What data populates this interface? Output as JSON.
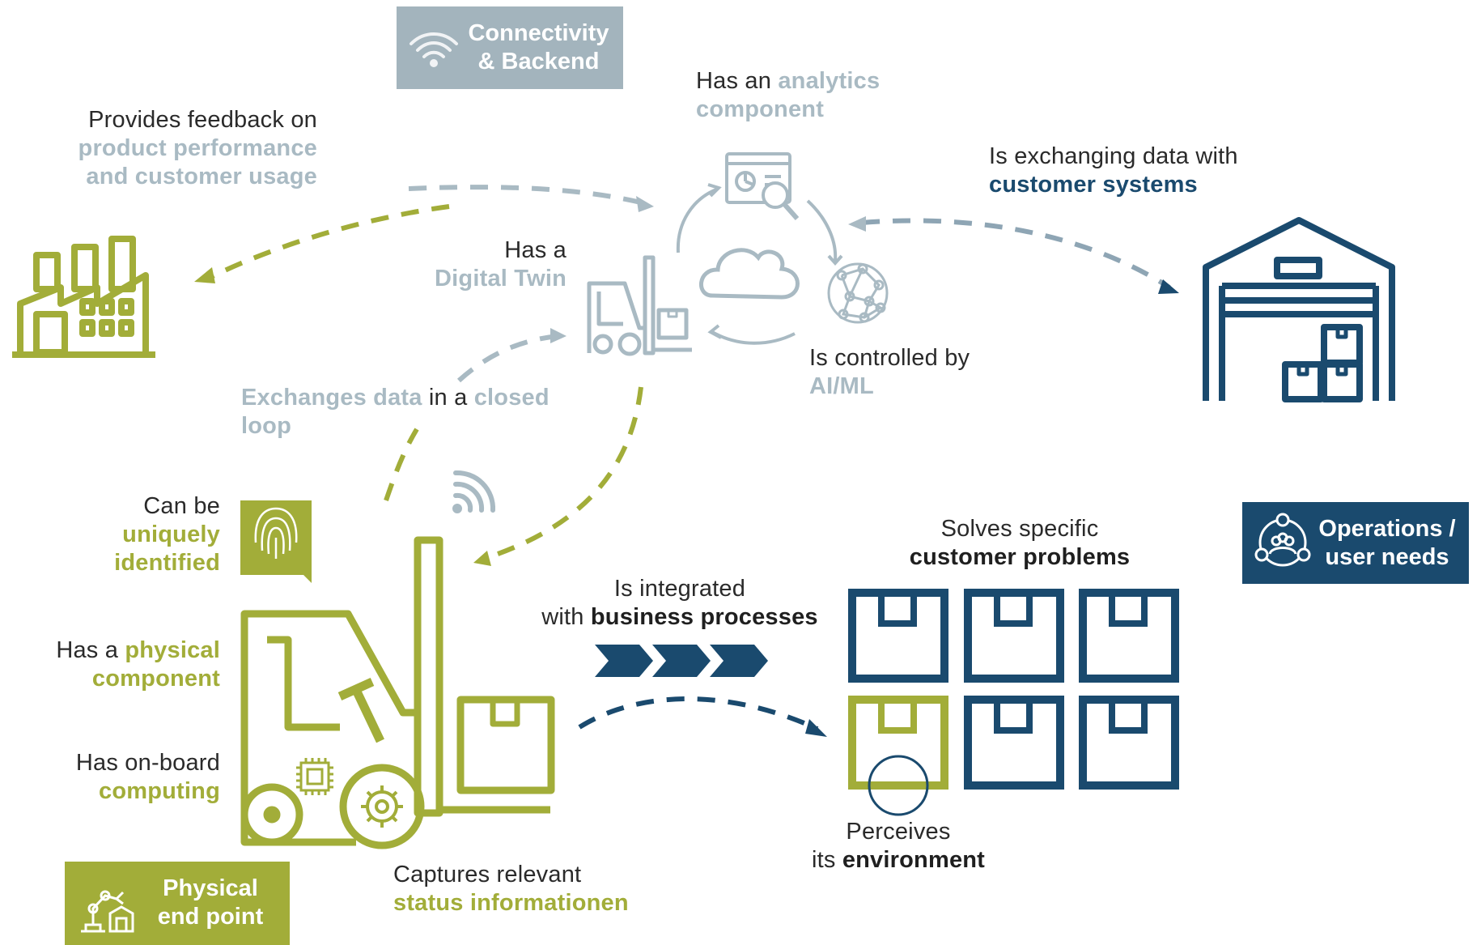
{
  "colors": {
    "olive": "#a2ad39",
    "navy": "#1a4a6e",
    "grey": "#a9bac3",
    "box_grey": "#a3b4bd"
  },
  "boxes": {
    "connectivity": {
      "line1": "Connectivity",
      "line2": "& Backend",
      "icon": "wifi-icon"
    },
    "operations": {
      "line1": "Operations /",
      "line2": "user needs",
      "icon": "user-group-icon"
    },
    "physical": {
      "line1": "Physical",
      "line2": "end point",
      "icon": "robot-arm-icon"
    }
  },
  "labels": {
    "feedback": {
      "line1": "Provides feedback on",
      "line2": "product performance",
      "line3": "and customer usage"
    },
    "analytics": {
      "pre": "Has an ",
      "hl": "analytics",
      "line2": "component"
    },
    "exchanging": {
      "line1": "Is exchanging data with",
      "line2": "customer systems"
    },
    "digital_twin": {
      "line1": "Has a",
      "line2": "Digital Twin"
    },
    "controlled": {
      "line1": "Is controlled by",
      "line2": "AI/ML"
    },
    "closed_loop": {
      "hl1": "Exchanges data",
      "mid": " in a ",
      "hl2": "closed",
      "line2": "loop"
    },
    "identified": {
      "line1": "Can be",
      "line2": "uniquely",
      "line3": "identified"
    },
    "physical_comp": {
      "pre": "Has a ",
      "hl": "physical",
      "line2": "component"
    },
    "computing": {
      "line1": "Has on-board",
      "line2": "computing"
    },
    "integrated": {
      "line1": "Is integrated",
      "pre": "with ",
      "hl": "business processes"
    },
    "solves": {
      "line1": "Solves specific",
      "line2": "customer problems"
    },
    "perceives": {
      "line1": "Perceives",
      "pre": "its ",
      "hl": "environment"
    },
    "captures": {
      "line1": "Captures relevant",
      "line2": "status informationen"
    }
  }
}
